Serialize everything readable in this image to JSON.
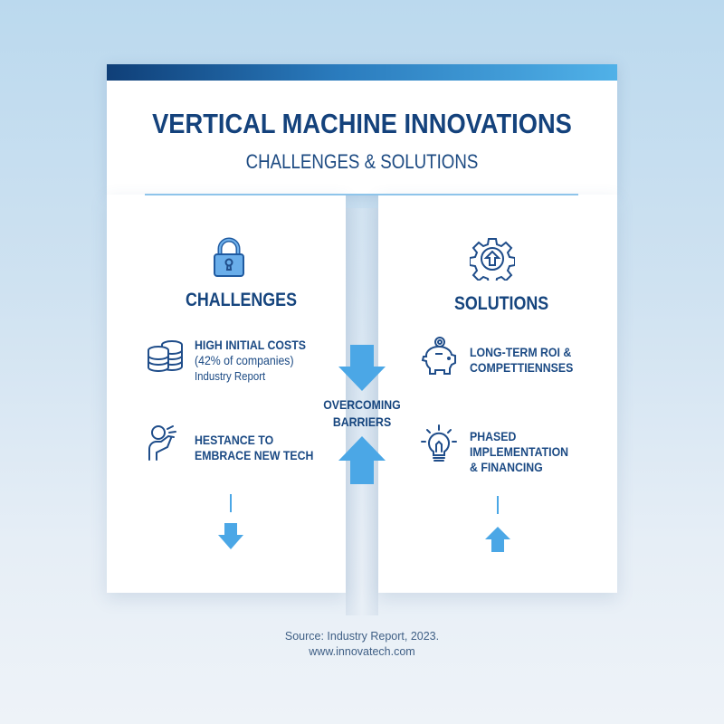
{
  "header": {
    "title": "VERTICAL MACHINE INNOVATIONS",
    "subtitle": "CHALLENGES & SOLUTIONS",
    "bar_gradient": [
      "#0f3f78",
      "#50b1e8"
    ]
  },
  "challenges": {
    "icon": "padlock-icon",
    "title": "CHALLENGES",
    "items": [
      {
        "icon": "coin-stacks-icon",
        "line1": "HIGH INITIAL COSTS",
        "line2": "(42% of companies)",
        "note": "Industry Report"
      },
      {
        "icon": "hesitant-person-icon",
        "line1": "HESTANCE TO",
        "line2": "EMBRACE NEW TECH"
      }
    ],
    "arrow": "down-arrow-icon"
  },
  "center": {
    "line1": "OVERCOMING",
    "line2": "BARRIERS",
    "arrow_color": "#4ba7e6"
  },
  "solutions": {
    "icon": "gear-upload-icon",
    "title": "SOLUTIONS",
    "items": [
      {
        "icon": "piggy-bank-icon",
        "line1": "LONG-TERM ROI &",
        "line2": "COMPETTIENNSES"
      },
      {
        "icon": "lightbulb-icon",
        "line1": "PHASED",
        "line2": "IMPLEMENTATION",
        "line3": "& FINANCING"
      }
    ],
    "arrow": "up-arrow-icon"
  },
  "footer": {
    "source": "Source: Industry Report, 2023.",
    "url": "www.innovatech.com"
  },
  "colors": {
    "primary_text": "#16457e",
    "accent": "#4ba7e6",
    "divider": "#8ec4ea"
  }
}
